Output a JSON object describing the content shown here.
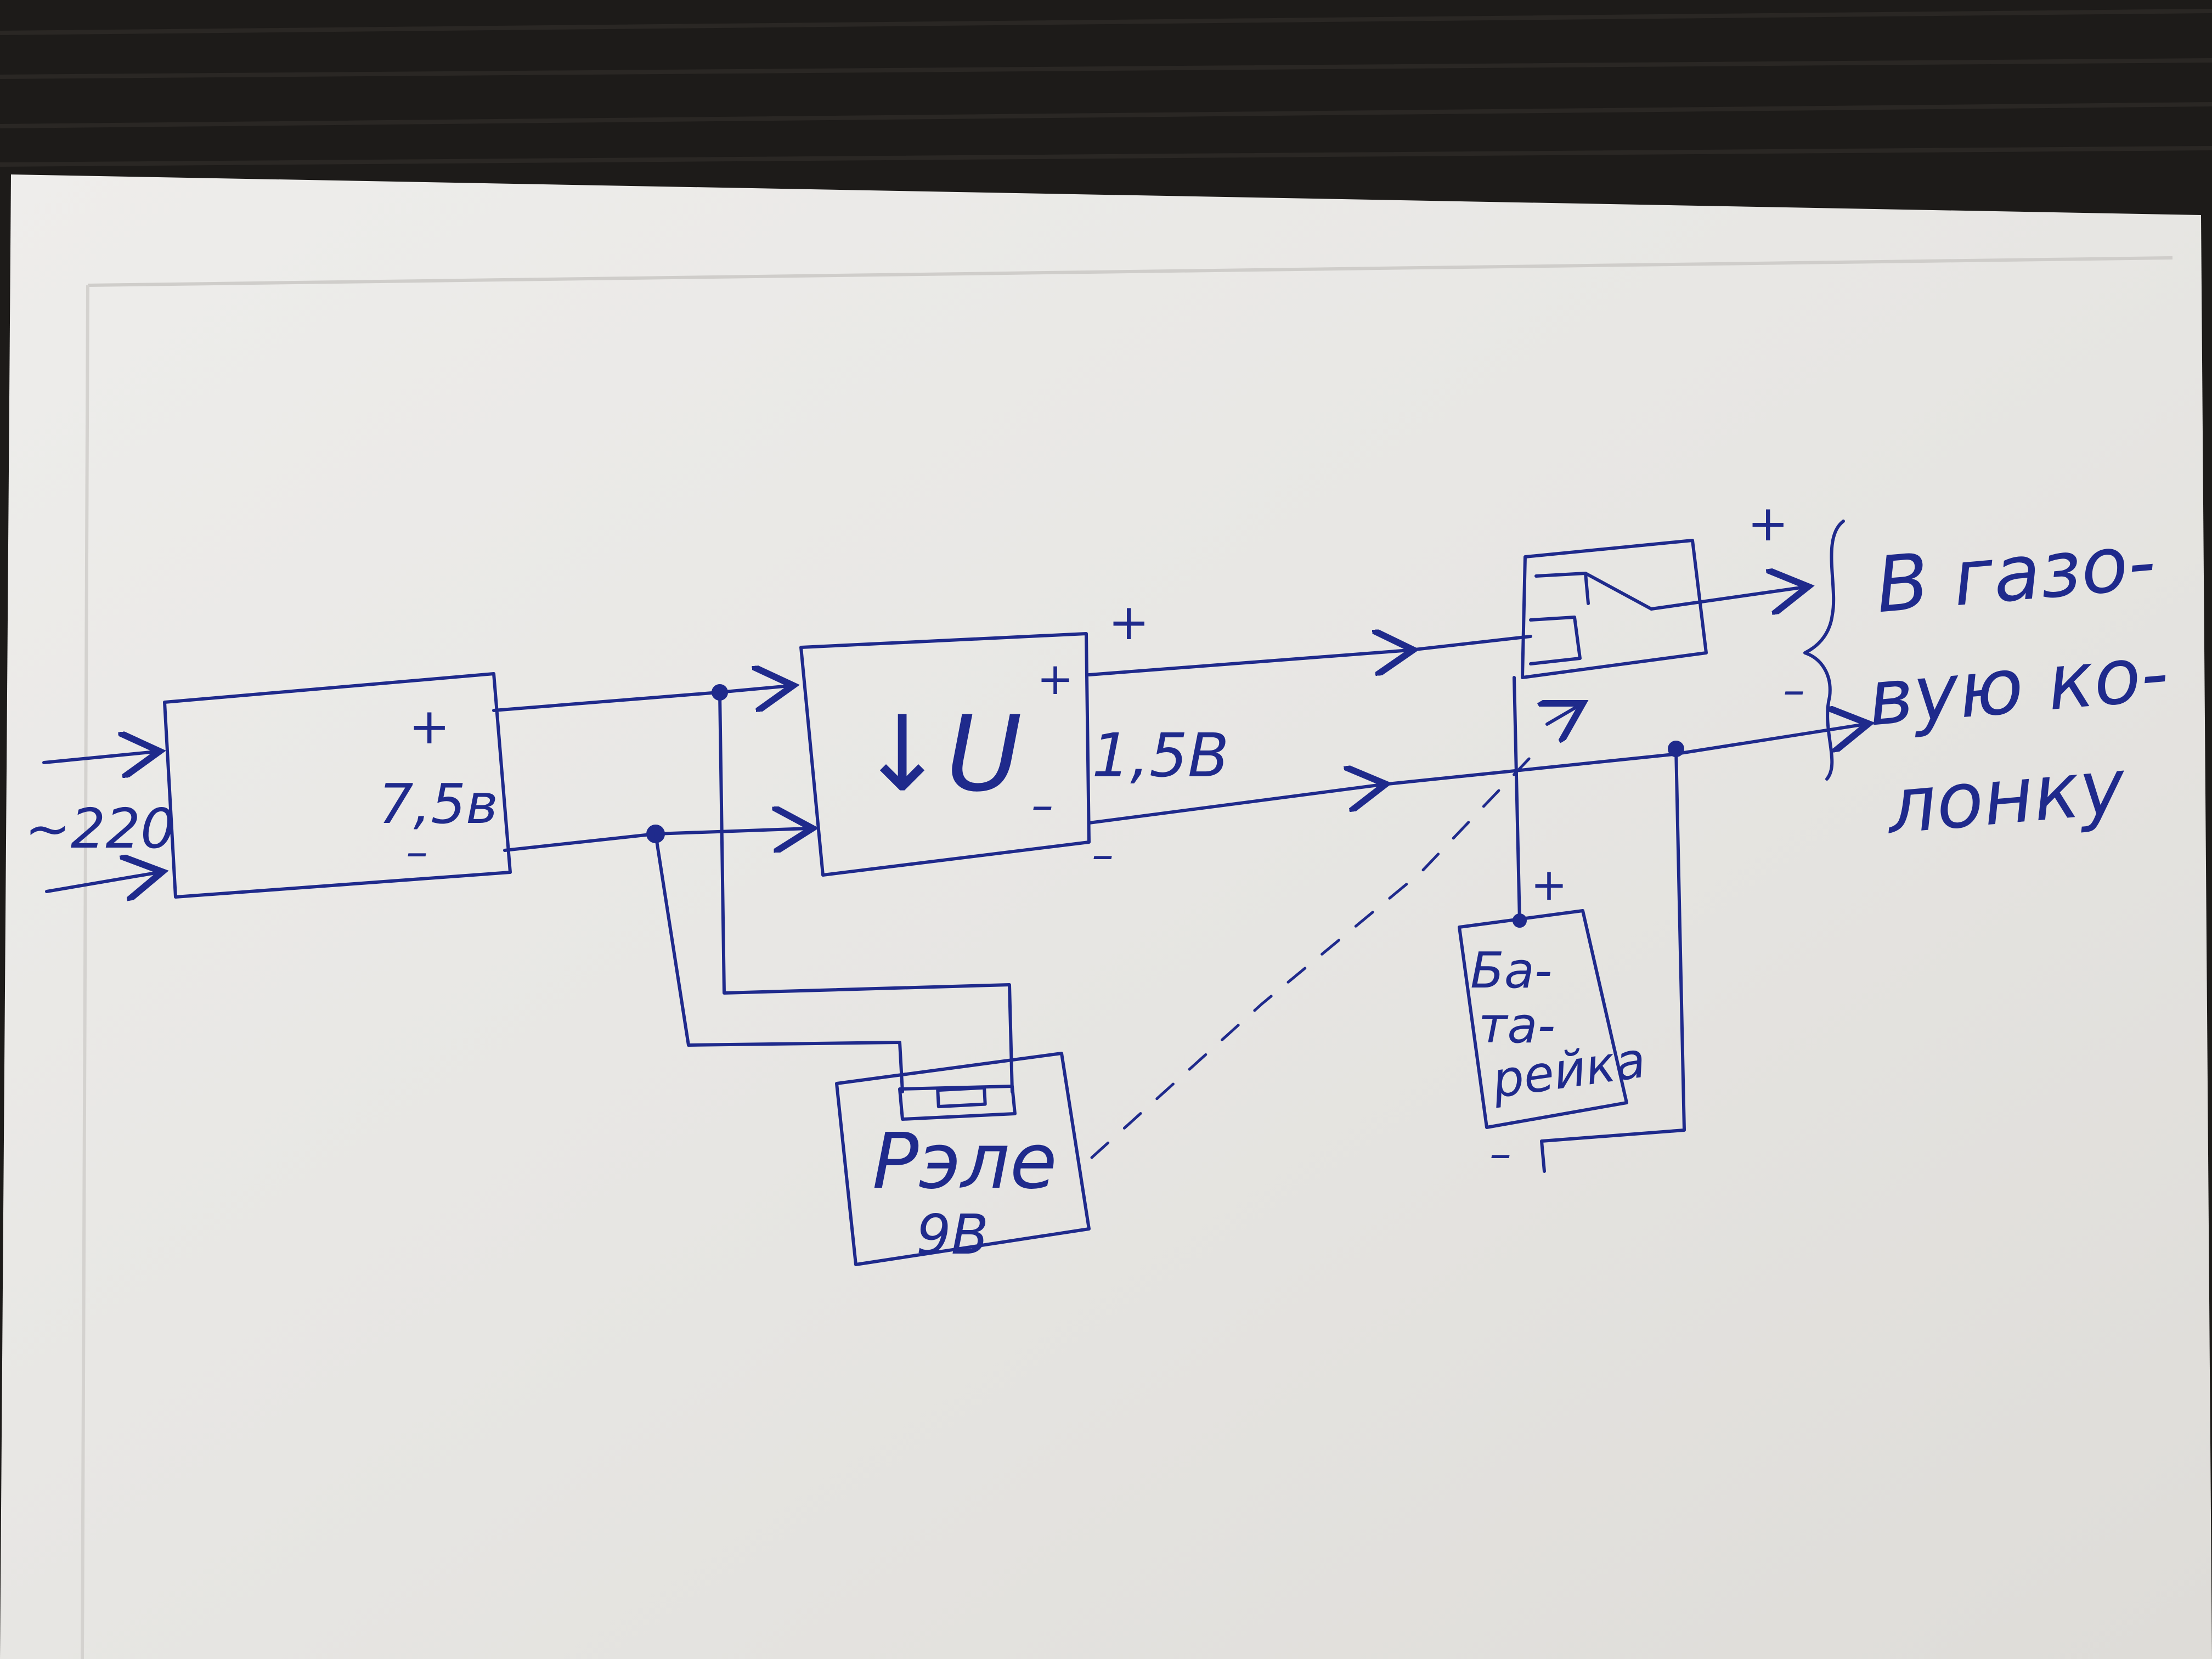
{
  "diagram": {
    "input": {
      "label": "~220"
    },
    "power_supply": {
      "plus": "+",
      "voltage": "7,5в",
      "minus": "–"
    },
    "regulator": {
      "symbol": "↓U",
      "plus": "+",
      "minus": "–"
    },
    "output_line": {
      "plus": "+",
      "voltage": "1,5В",
      "minus": "–"
    },
    "relay": {
      "label": "Рэле",
      "voltage": "9В"
    },
    "battery": {
      "line1": "Ба-",
      "line2": "та-",
      "line3": "рейка",
      "plus": "+",
      "minus": "–"
    },
    "destination": {
      "plus": "+",
      "minus": "–",
      "line1": "В газо-",
      "line2": "вую ко-",
      "line3": "лонку"
    }
  },
  "colors": {
    "ink": "#1f2a8c",
    "paper": "#ecebe8",
    "desk": "#1d1b19"
  }
}
